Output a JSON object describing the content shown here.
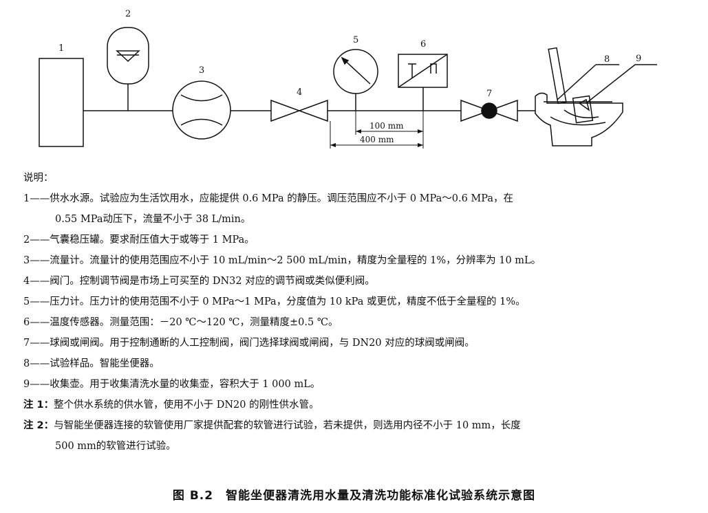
{
  "diagram": {
    "labels": [
      "1",
      "2",
      "3",
      "4",
      "5",
      "6",
      "7",
      "8",
      "9"
    ],
    "dim_100": "100 mm",
    "dim_400": "400 mm"
  },
  "legend": {
    "heading": "说明：",
    "items": [
      {
        "num": "1——",
        "text": "供水水源。试验应为生活饮用水，应能提供 0.6 MPa 的静压。调压范围应不小于 0 MPa～0.6 MPa，在",
        "cont": "0.55 MPa动压下，流量不小于 38 L/min。"
      },
      {
        "num": "2——",
        "text": "气囊稳压罐。要求耐压值大于或等于 1 MPa。"
      },
      {
        "num": "3——",
        "text": "流量计。流量计的使用范围应不小于 10 mL/min～2 500 mL/min，精度为全量程的 1%，分辨率为 10 mL。"
      },
      {
        "num": "4——",
        "text": "阀门。控制调节阀是市场上可买至的 DN32 对应的调节阀或类似便利阀。"
      },
      {
        "num": "5——",
        "text": "压力计。压力计的使用范围不小于 0 MPa～1 MPa，分度值为 10 kPa 或更优，精度不低于全量程的 1%。"
      },
      {
        "num": "6——",
        "text": "温度传感器。测量范围：－20 ℃～120 ℃，测量精度±0.5 ℃。"
      },
      {
        "num": "7——",
        "text": "球阀或闸阀。用于控制通断的人工控制阀，阀门选择球阀或闸阀，与 DN20 对应的球阀或闸阀。"
      },
      {
        "num": "8——",
        "text": "试验样品。智能坐便器。"
      },
      {
        "num": "9——",
        "text": "收集壶。用于收集清洗水量的收集壶，容积大于 1 000 mL。"
      }
    ],
    "note1_label": "注 1：",
    "note1_text": "整个供水系统的供水管，使用不小于 DN20 的刚性供水管。",
    "note2_label": "注 2：",
    "note2_text": "与智能坐便器连接的软管使用厂家提供配套的软管进行试验，若未提供，则选用内径不小于 10 mm，长度",
    "note2_cont": "500 mm的软管进行试验。"
  },
  "caption": "图 B.2　智能坐便器清洗用水量及清洗功能标准化试验系统示意图"
}
